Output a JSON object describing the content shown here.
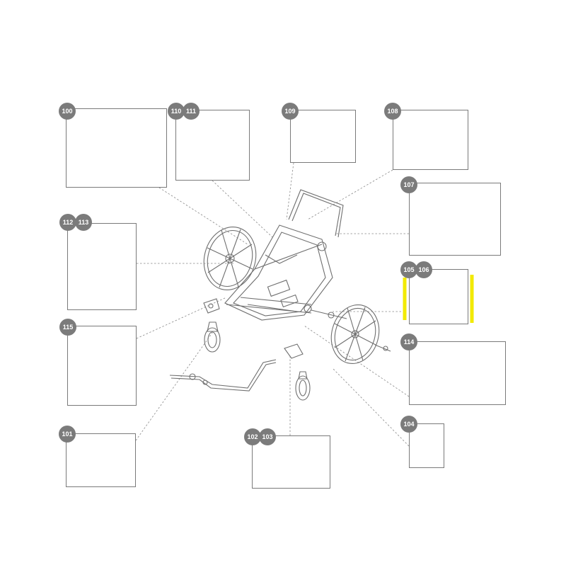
{
  "diagram": {
    "accent_highlight": "#f2ea00",
    "box_border": "#7a7a7a",
    "badge_bg": "#7b7b7b",
    "line_color": "#888888",
    "parts": [
      {
        "id": "p100",
        "labels": [
          "100"
        ]
      },
      {
        "id": "p110",
        "labels": [
          "110",
          "111"
        ]
      },
      {
        "id": "p109",
        "labels": [
          "109"
        ]
      },
      {
        "id": "p108",
        "labels": [
          "108"
        ]
      },
      {
        "id": "p107",
        "labels": [
          "107"
        ]
      },
      {
        "id": "p112",
        "labels": [
          "112",
          "113"
        ]
      },
      {
        "id": "p105",
        "labels": [
          "105",
          "106"
        ]
      },
      {
        "id": "p115",
        "labels": [
          "115"
        ]
      },
      {
        "id": "p114",
        "labels": [
          "114"
        ]
      },
      {
        "id": "p101",
        "labels": [
          "101"
        ]
      },
      {
        "id": "p102",
        "labels": [
          "102",
          "103"
        ]
      },
      {
        "id": "p104",
        "labels": [
          "104"
        ]
      }
    ]
  }
}
